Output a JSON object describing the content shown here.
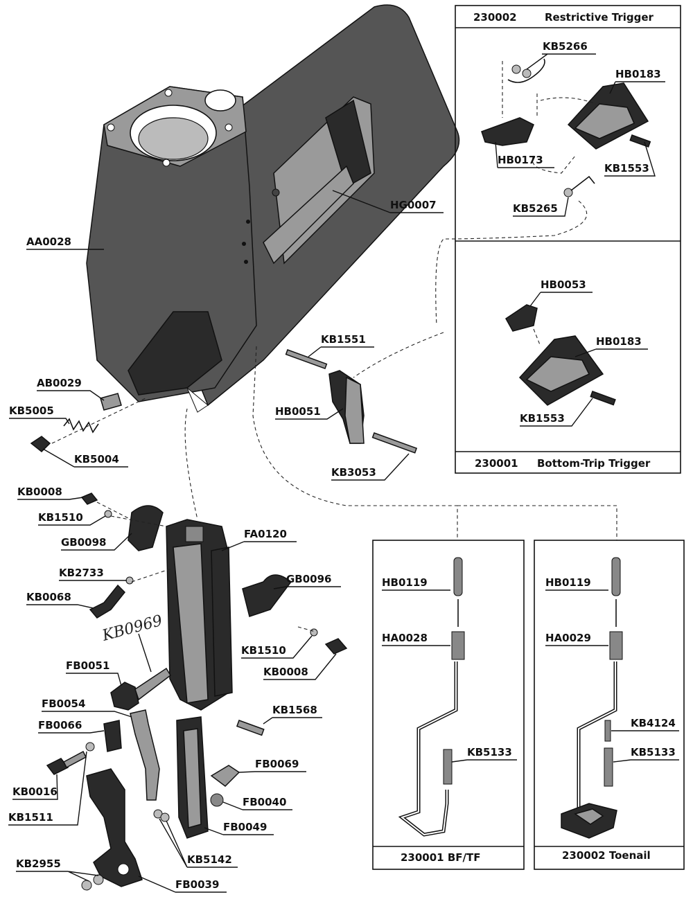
{
  "boxes": {
    "restrictive": {
      "number": "230002",
      "title": "Restrictive Trigger"
    },
    "bottom_trip": {
      "number": "230001",
      "title": "Bottom-Trip Trigger"
    },
    "bf_tf": {
      "title": "230001 BF/TF"
    },
    "toenail": {
      "title": "230002 Toenail"
    }
  },
  "labels": {
    "kb5266": "KB5266",
    "hb0183_a": "HB0183",
    "hb0173": "HB0173",
    "kb1553_a": "KB1553",
    "kb5265": "KB5265",
    "hb0053": "HB0053",
    "hb0183_b": "HB0183",
    "kb1553_b": "KB1553",
    "hg0007": "HG0007",
    "aa0028": "AA0028",
    "kb1551": "KB1551",
    "hb0051": "HB0051",
    "kb3053": "KB3053",
    "ab0029": "AB0029",
    "kb5005": "KB5005",
    "kb5004": "KB5004",
    "kb0008_a": "KB0008",
    "kb1510_a": "KB1510",
    "gb0098": "GB0098",
    "fa0120": "FA0120",
    "kb2733": "KB2733",
    "gb0096": "GB0096",
    "kb0068": "KB0068",
    "kb1510_b": "KB1510",
    "kb0008_b": "KB0008",
    "handwritten": "KB0969",
    "fb0051": "FB0051",
    "kb1568": "KB1568",
    "fb0054": "FB0054",
    "fb0066": "FB0066",
    "fb0069": "FB0069",
    "kb0016": "KB0016",
    "fb0040": "FB0040",
    "kb1511": "KB1511",
    "fb0049": "FB0049",
    "kb5142": "KB5142",
    "kb2955": "KB2955",
    "fb0039": "FB0039",
    "hb0119_a": "HB0119",
    "ha0028": "HA0028",
    "kb5133_a": "KB5133",
    "hb0119_b": "HB0119",
    "ha0029": "HA0029",
    "kb4124": "KB4124",
    "kb5133_b": "KB5133"
  },
  "colors": {
    "ink": "#111111",
    "body_shade": "#555555",
    "paper": "#ffffff"
  }
}
